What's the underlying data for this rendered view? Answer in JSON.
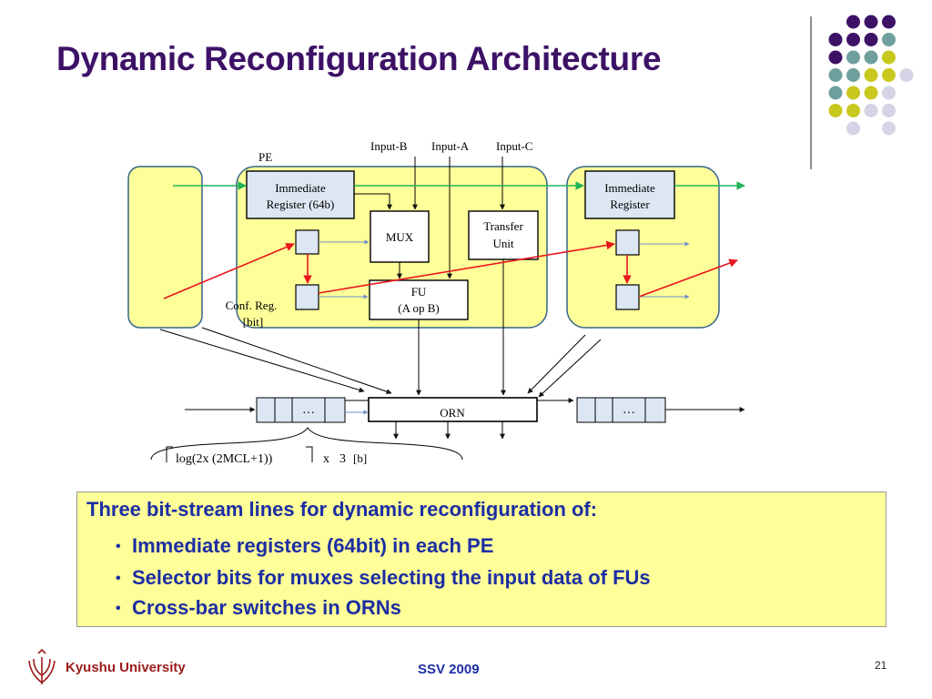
{
  "slide": {
    "title": "Dynamic Reconfiguration Architecture",
    "page_number": "21"
  },
  "diagram": {
    "labels": {
      "pe": "PE",
      "input_b": "Input-B",
      "input_a": "Input-A",
      "input_c": "Input-C",
      "imm_reg_line1": "Immediate",
      "imm_reg_line2": "Register (64b)",
      "imm_reg2_line1": "Immediate",
      "imm_reg2_line2": "Register",
      "mux": "MUX",
      "transfer_line1": "Transfer",
      "transfer_line2": "Unit",
      "fu_line1": "FU",
      "fu_line2": "(A op B)",
      "conf_reg_line1": "Conf. Reg.",
      "conf_reg_line2": "[bit]",
      "orn": "ORN",
      "ellipsis": "…",
      "formula_main": "log(2x (2MCL+1))",
      "formula_times": "x",
      "formula_three": "3",
      "formula_unit": "[b]"
    }
  },
  "notes": {
    "heading": "Three bit-stream lines for dynamic reconfiguration of:",
    "bullets": [
      "Immediate registers (64bit) in each PE",
      "Selector bits for muxes selecting the input data of FUs",
      "Cross-bar switches in ORNs"
    ]
  },
  "footer": {
    "university": "Kyushu University",
    "conference": "SSV 2009"
  },
  "colors": {
    "title": "#3d1266",
    "pe_fill": "#ffff99",
    "pe_border": "#36648b",
    "text_blue": "#1d2ea3",
    "dot_purple": "#3d1266",
    "dot_teal": "#6f9f9c",
    "dot_yellow": "#c8c81e",
    "dot_lavender": "#d4d4e6",
    "green_line": "#22b25a",
    "red_line": "#e8161d"
  }
}
